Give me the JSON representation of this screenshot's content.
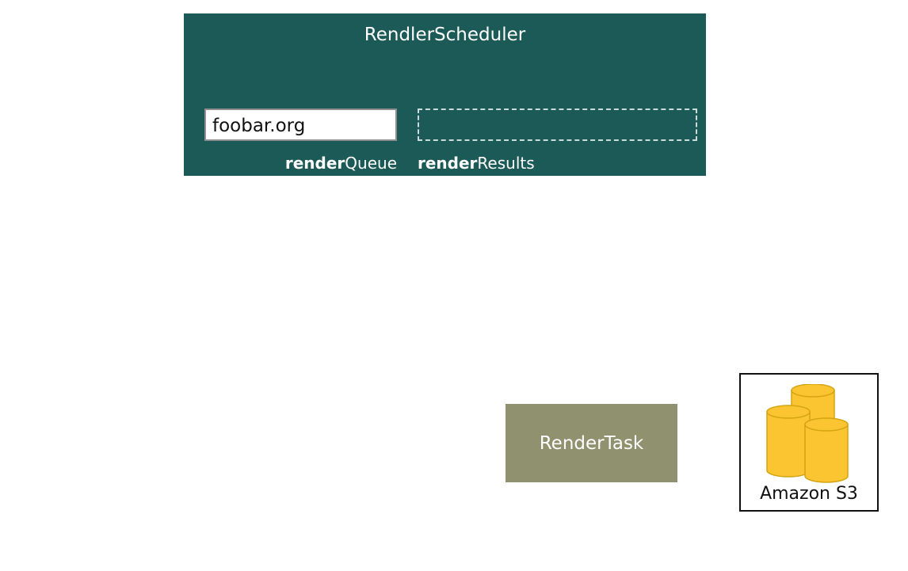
{
  "scheduler": {
    "title": "RendlerScheduler",
    "queue": {
      "items": [
        "foobar.org"
      ],
      "label_bold": "render",
      "label_rest": "Queue"
    },
    "results": {
      "items": [],
      "label_bold": "render",
      "label_rest": "Results"
    }
  },
  "task": {
    "label": "RenderTask"
  },
  "storage": {
    "label": "Amazon S3",
    "icon": "database-cylinders-icon"
  },
  "colors": {
    "scheduler_bg": "#1b5a56",
    "task_bg": "#8f916f",
    "cylinder_fill": "#fbc531",
    "cylinder_edge": "#d4a412"
  }
}
